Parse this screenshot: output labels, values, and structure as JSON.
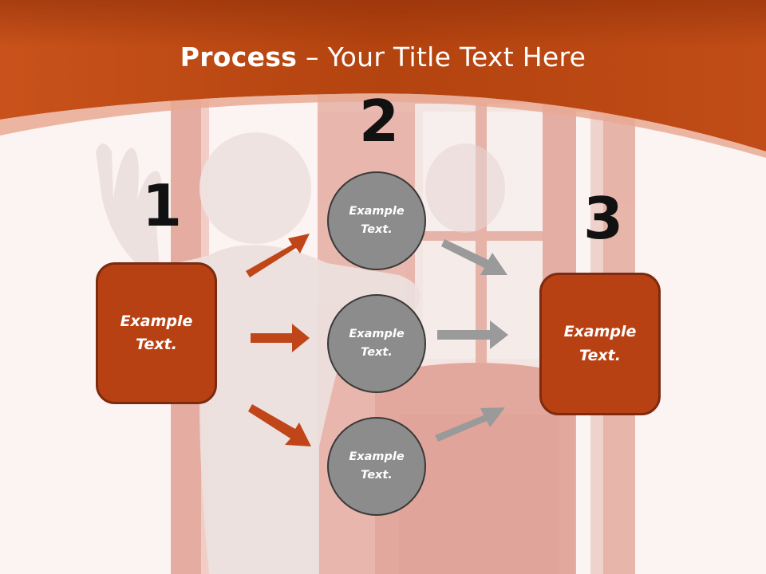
{
  "slide": {
    "title_bold": "Process",
    "title_rest": " – Your Title Text Here"
  },
  "steps": {
    "numbers": [
      "1",
      "2",
      "3"
    ],
    "left_box": "Example\nText.",
    "right_box": "Example\nText.",
    "circles": [
      "Example\nText.",
      "Example\nText.",
      "Example\nText."
    ]
  },
  "colors": {
    "banner": "#c44d1c",
    "box_fill": "#b84114",
    "circle_fill": "#8c8c8c",
    "orange_arrow": "#c0461a",
    "gray_arrow": "#9a9a9a"
  }
}
